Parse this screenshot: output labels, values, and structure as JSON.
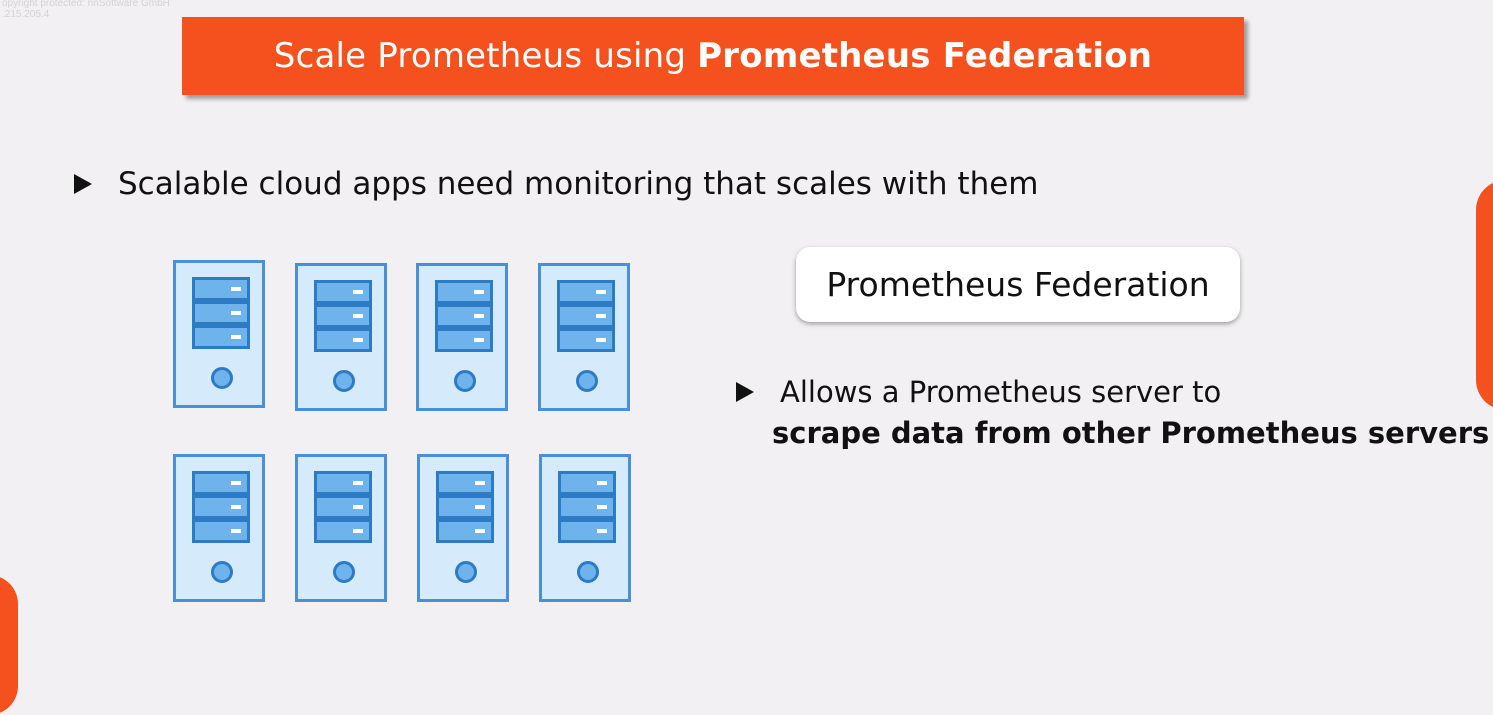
{
  "watermark": {
    "line1": "opyright protected: nnSoftware GmbH",
    "line2": ".215.205.4"
  },
  "title": {
    "normal": "Scale Prometheus using",
    "bold": "Prometheus Federation"
  },
  "bullet1": "Scalable cloud apps need monitoring that scales with them",
  "federation_label": "Prometheus Federation",
  "bullet2": {
    "line1": "Allows a Prometheus server to",
    "line2": "scrape data from other Prometheus servers"
  },
  "servers": {
    "count": 8,
    "icon": "server-icon"
  },
  "colors": {
    "accent": "#f4511e",
    "server_fill": "#d5ebfb",
    "server_stroke": "#4a90d9",
    "drive_fill": "#6fb3ec",
    "drive_stroke": "#2d7ac5"
  }
}
